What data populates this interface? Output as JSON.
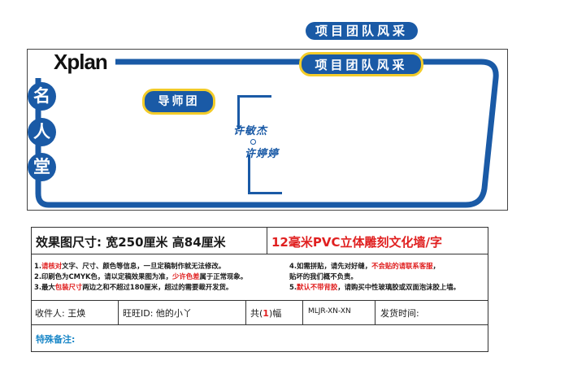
{
  "labels": {
    "top_pill": "项目团队风采",
    "team_pill": "项目团队风采",
    "mentor_pill": "导师团",
    "logo": "Xplan",
    "hall_of_fame": [
      "名",
      "人",
      "堂"
    ],
    "name1": "许敏杰",
    "name2": "许婷婷"
  },
  "colors": {
    "brand_blue": "#1a5aa6",
    "accent_yellow": "#f3cc2a",
    "warn_red": "#e02020",
    "info_blue": "#1a87c8"
  },
  "spec": {
    "size_title": "效果图尺寸: 宽250厘米  高84厘米",
    "material_title": "12毫米PVC立体雕刻文化墙/字",
    "notes_left": [
      {
        "pre": "1.",
        "red": "请核对",
        "post": "文字、尺寸、颜色等信息，一旦定稿制作就无法修改。"
      },
      {
        "pre": "2.印刷色为CMYK色，请以定稿效果图为准，",
        "red": "少许色差",
        "post": "属于正常现象。"
      },
      {
        "pre": "3.最大",
        "red": "包装尺寸",
        "post": "两边之和不超过180厘米，超过的需要裁开发货。"
      }
    ],
    "notes_right": [
      {
        "pre": "4.如需拼贴，请先对好缝，",
        "red": "不会贴的请联系客服",
        "post": "，"
      },
      {
        "pre": "   贴坏的我们概不负责。",
        "red": "",
        "post": ""
      },
      {
        "pre": "5.",
        "red": "默认不带背胶",
        "post": "，请购买中性玻璃胶或双面泡沫胶上墙。"
      }
    ],
    "recipient": "收件人:  王焕",
    "wangwang": "旺旺ID: 他的小丫",
    "count_pre": "共(",
    "count_num": "1",
    "count_post": ")幅",
    "code": "MLJR-XN-XN",
    "ship_time": "发货时间:",
    "special_note": "特殊备注:"
  }
}
